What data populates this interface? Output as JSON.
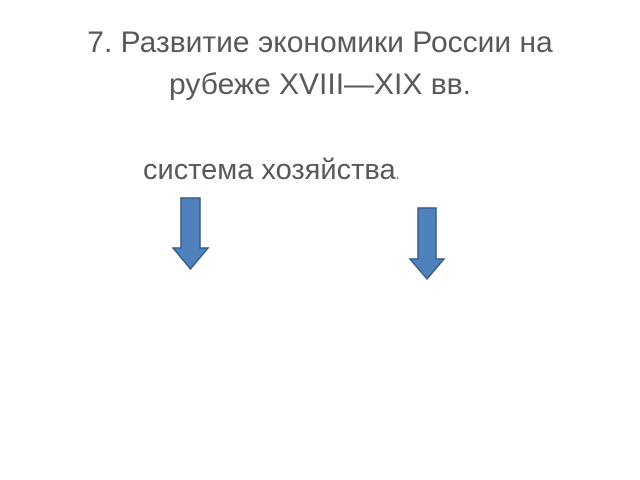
{
  "slide": {
    "title_line_1": "7. Развитие экономики России на",
    "title_line_2": "рубеже XVIII—XIX вв.",
    "subtitle": "система хозяйства",
    "subtitle_suffix": "."
  },
  "colors": {
    "text": "#595959",
    "arrow_fill": "#4F81BD",
    "arrow_stroke": "#385D8A"
  },
  "icons": {
    "arrow_left": "arrow-down-icon",
    "arrow_right": "arrow-down-icon"
  }
}
